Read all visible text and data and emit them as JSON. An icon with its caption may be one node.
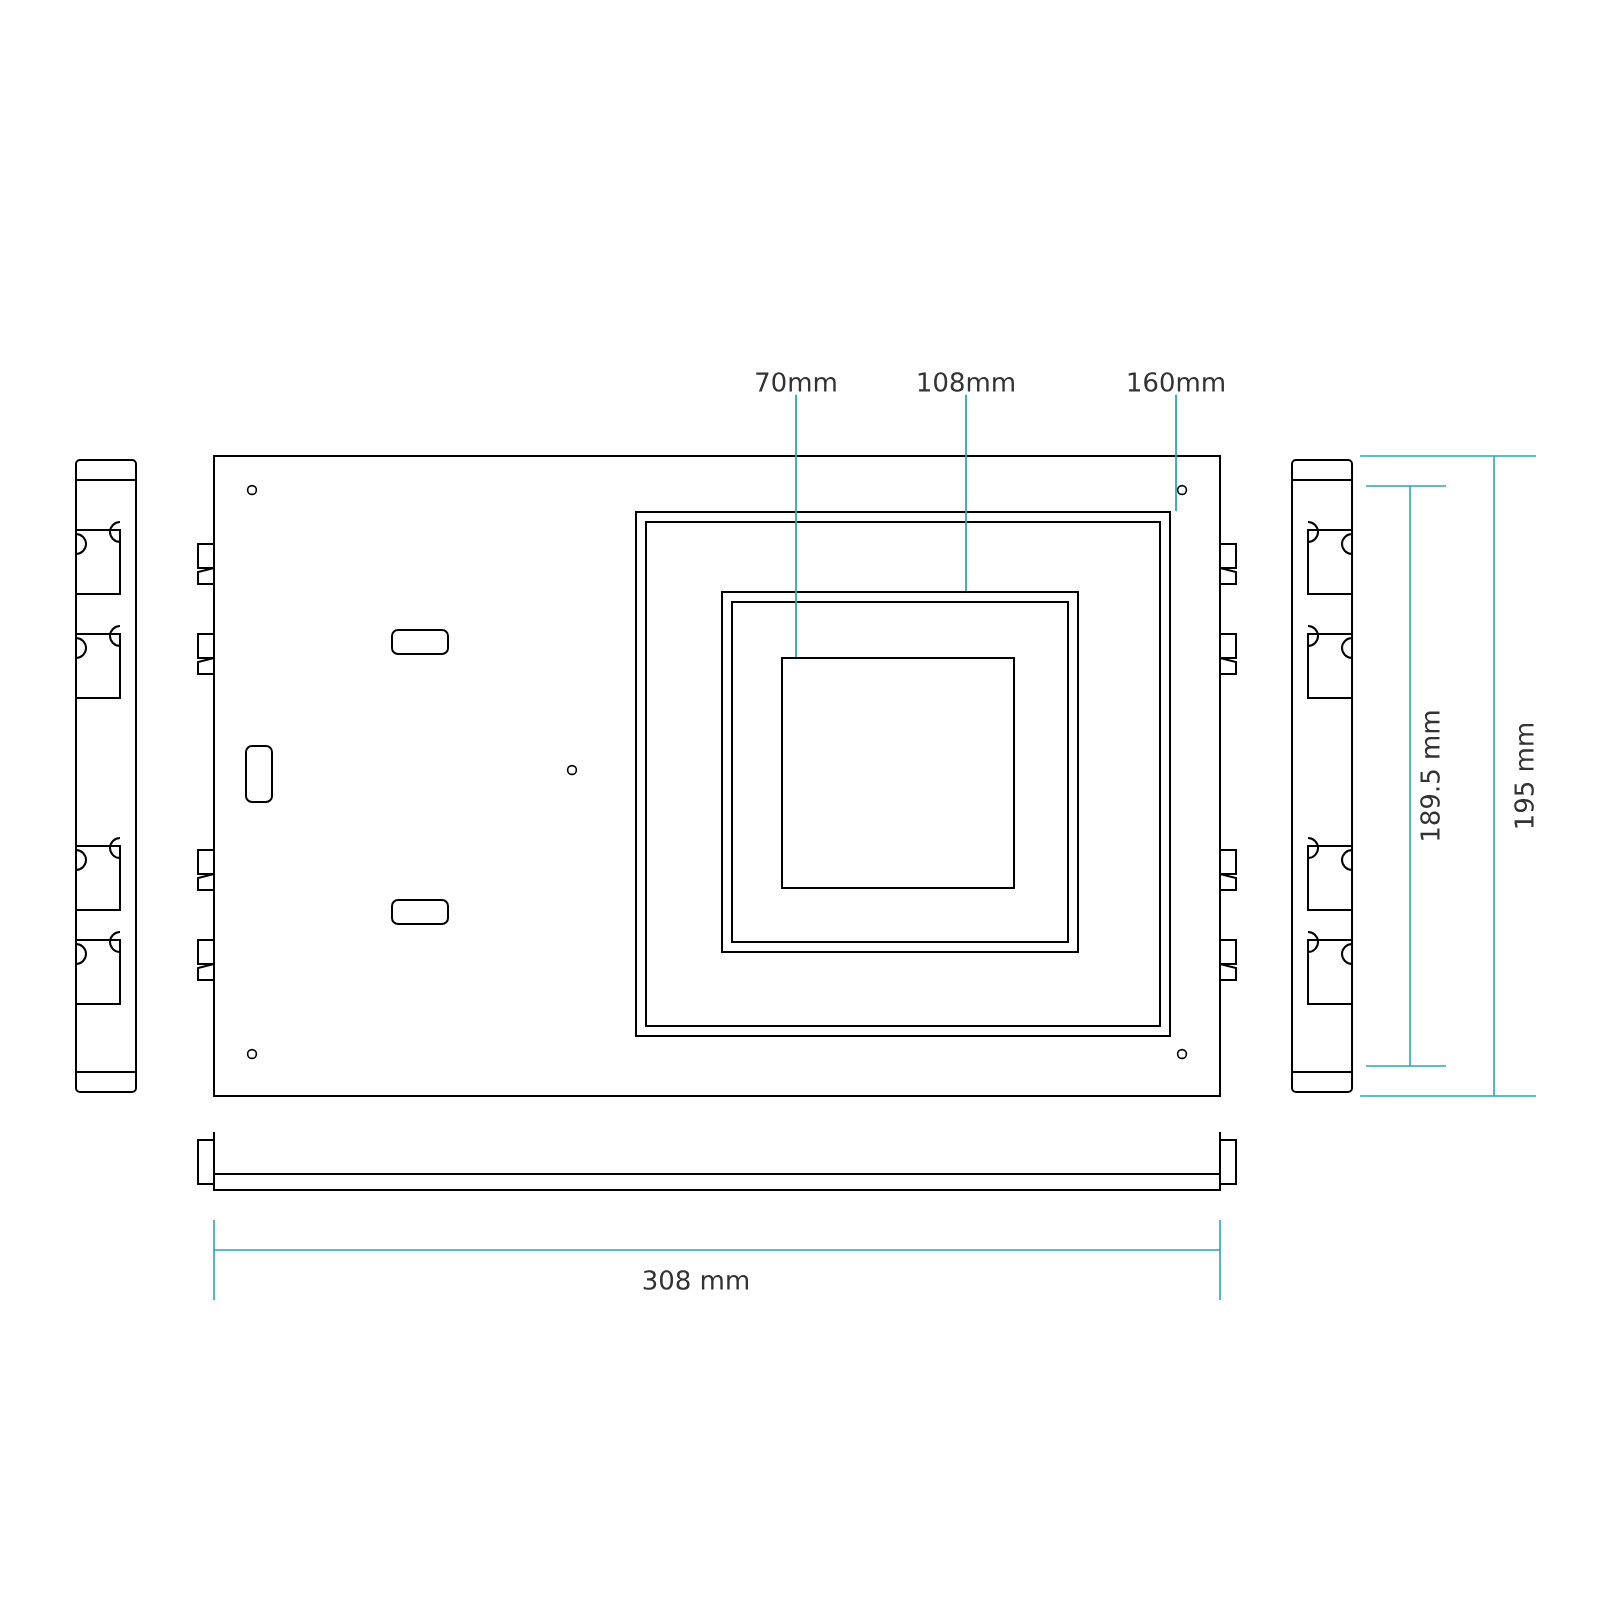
{
  "diagram": {
    "nodes": [
      {
        "text": [
          "70mm"
        ]
      },
      {
        "text": [
          "108mm"
        ]
      },
      {
        "text": [
          "160mm"
        ]
      },
      {
        "text": [],
        "shape": "box"
      },
      {
        "text": [],
        "shape": "box",
        "in": 3
      },
      {
        "text": [],
        "shape": "box",
        "in": 4
      }
    ],
    "edges": [
      {
        "from": 0,
        "to": 5,
        "arrow": "none"
      },
      {
        "from": 1,
        "to": 4,
        "arrow": "none"
      },
      {
        "from": 2,
        "to": 3,
        "arrow": "none"
      }
    ],
    "labels": [
      "189.5 mm",
      "195 mm",
      "308 mm"
    ]
  }
}
